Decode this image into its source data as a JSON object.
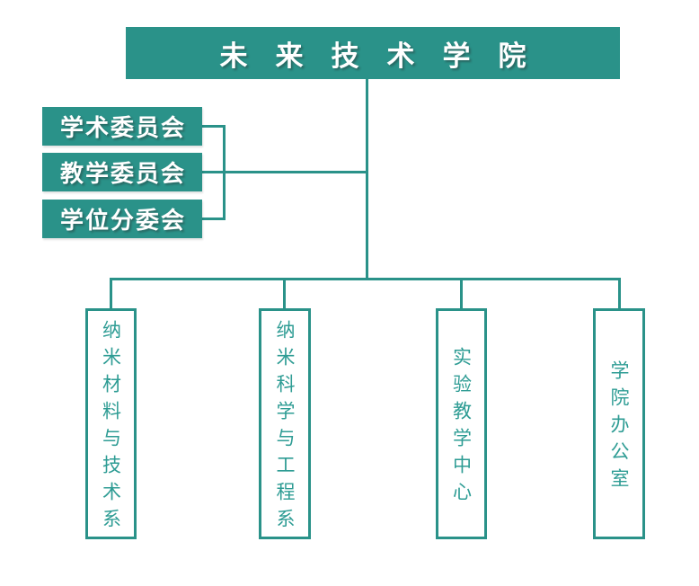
{
  "root": {
    "title": "未来技术学院"
  },
  "committees": [
    {
      "label": "学术委员会"
    },
    {
      "label": "教学委员会"
    },
    {
      "label": "学位分委会"
    }
  ],
  "departments": [
    {
      "label": "纳米材料与技术系"
    },
    {
      "label": "纳米科学与工程系"
    },
    {
      "label": "实验教学中心"
    },
    {
      "label": "学院办公室"
    }
  ],
  "colors": {
    "teal": "#2a9289",
    "dept_text": "#2e9c94",
    "title_text": "#ffffff",
    "background": "#ffffff"
  }
}
